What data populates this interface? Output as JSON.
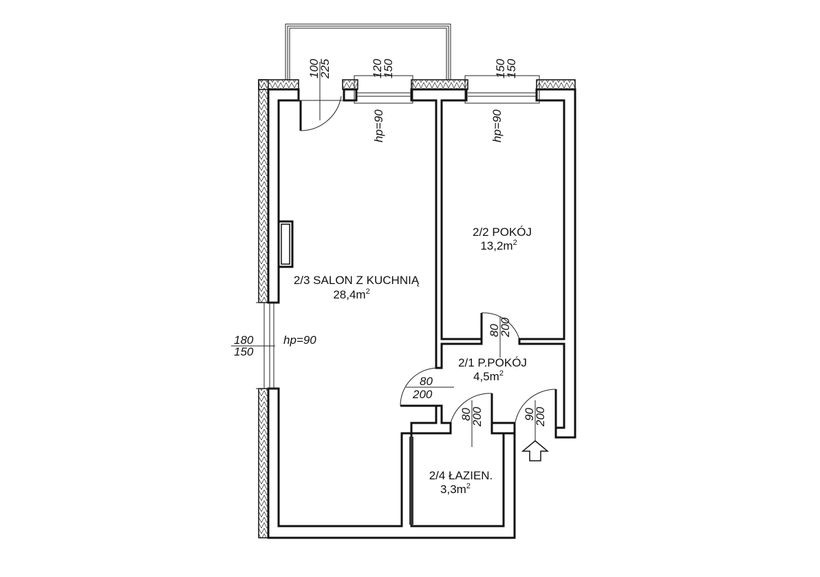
{
  "rooms": [
    {
      "name": "2/3 SALON Z KUCHNIĄ",
      "area": "28,4m",
      "unit_sup": "2"
    },
    {
      "name": "2/2 POKÓJ",
      "area": "13,2m",
      "unit_sup": "2"
    },
    {
      "name": "2/1 P.POKÓJ",
      "area": "4,5m",
      "unit_sup": "2"
    },
    {
      "name": "2/4 ŁAZIEN.",
      "area": "3,3m",
      "unit_sup": "2"
    }
  ],
  "openings": {
    "balcony_door": {
      "width": "100",
      "height": "225"
    },
    "window_salon_top": {
      "width": "120",
      "height": "150",
      "sill": "hp=90"
    },
    "window_pokoj": {
      "width": "150",
      "height": "150",
      "sill": "hp=90"
    },
    "window_salon_side": {
      "width": "180",
      "height": "150",
      "sill": "hp=90"
    },
    "door_pokoj": {
      "width": "80",
      "height": "200"
    },
    "door_salon": {
      "width": "80",
      "height": "200"
    },
    "door_lazienka": {
      "width": "80",
      "height": "200"
    },
    "door_entrance": {
      "width": "90",
      "height": "200"
    }
  }
}
